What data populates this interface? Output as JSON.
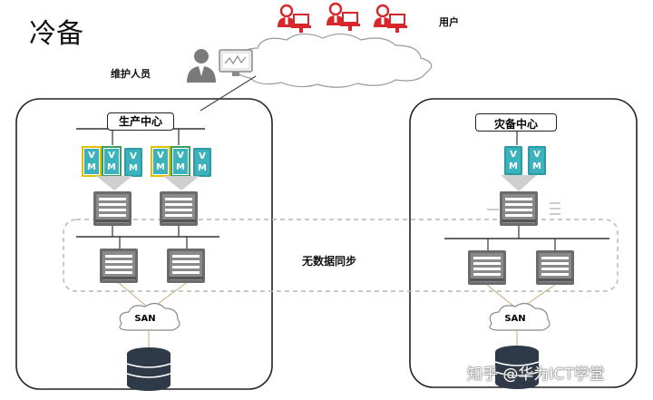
{
  "title": "冷备",
  "labels": {
    "users": "用户",
    "maintenance": "维护人员",
    "production_center": "生产中心",
    "dr_center": "灾备中心",
    "no_sync": "无数据同步",
    "san_left": "SAN",
    "san_right": "SAN",
    "vm": "VM"
  },
  "watermark": "知乎 @华为ICT学堂",
  "icons": {
    "user": "user-at-computer-icon",
    "maintainer": "maintainer-icon",
    "cloud": "cloud-icon",
    "server": "server-icon",
    "storage": "storage-database-icon"
  },
  "colors": {
    "users_red": "#d9262b",
    "vm_teal": "#2e9aa3",
    "vm_yellow": "#e0c000",
    "vm_green": "#3aa060",
    "server_gray": "#6e6e6e",
    "storage_dark": "#2f3a48",
    "dashed_gray": "#b5b5b5"
  }
}
